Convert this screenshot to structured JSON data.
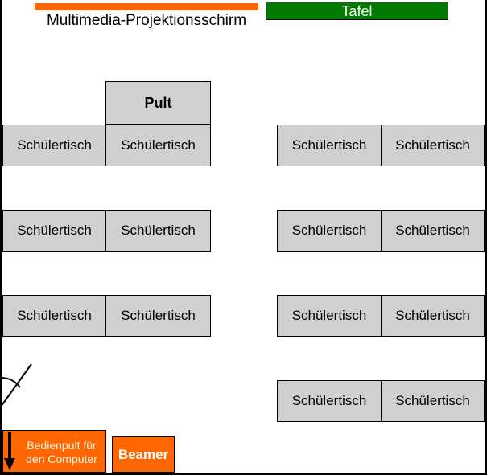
{
  "title": "Classroom seating plan",
  "front": {
    "projection_screen_label": "Multimedia-Projektionsschirm",
    "board_label": "Tafel",
    "teacher_desk_label": "Pult"
  },
  "desks": {
    "label": "Schülertisch",
    "left_group": [
      [
        "Schülertisch",
        "Schülertisch"
      ],
      [
        "Schülertisch",
        "Schülertisch"
      ],
      [
        "Schülertisch",
        "Schülertisch"
      ]
    ],
    "right_group": [
      [
        "Schülertisch",
        "Schülertisch"
      ],
      [
        "Schülertisch",
        "Schülertisch"
      ],
      [
        "Schülertisch",
        "Schülertisch"
      ],
      [
        "Schülertisch",
        "Schülertisch"
      ]
    ]
  },
  "back": {
    "console_label_line1": "Bedienpult für",
    "console_label_line2": "den Computer",
    "beamer_label": "Beamer"
  },
  "icons": {
    "door": "door-swing-icon",
    "arrow": "arrow-down-icon"
  },
  "colors": {
    "screen": "#ff6600",
    "board": "#007a00",
    "desk": "#d0d0d0",
    "console": "#ff6600",
    "beamer": "#ff6600"
  }
}
